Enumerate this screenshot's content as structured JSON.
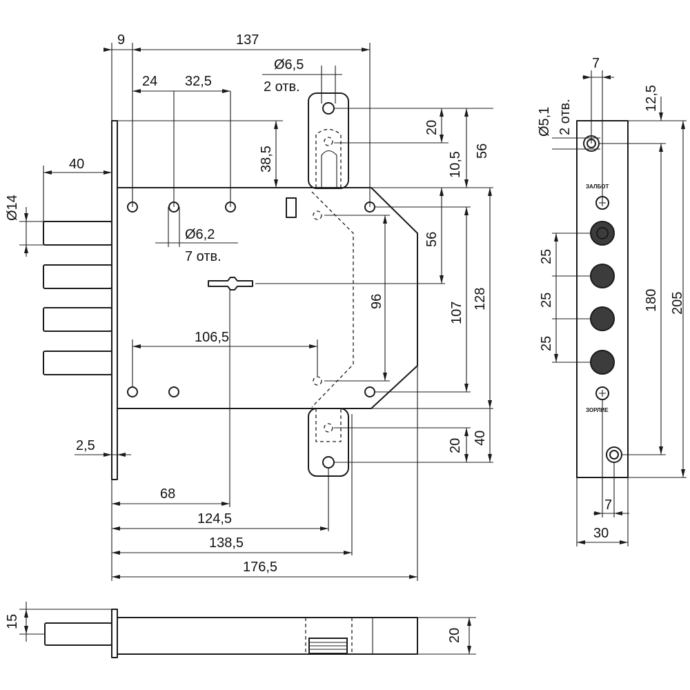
{
  "front_view": {
    "dims": {
      "d9": "9",
      "d137": "137",
      "d24": "24",
      "d32_5": "32,5",
      "hole_top": "Ø6,5",
      "hole_top_count": "2 отв.",
      "d38_5": "38,5",
      "d40": "40",
      "d14": "Ø14",
      "d20_top": "20",
      "d10_5": "10,5",
      "d56_right": "56",
      "hole_mid": "Ø6,2",
      "hole_mid_count": "7 отв.",
      "d56_inner": "56",
      "d96": "96",
      "d107": "107",
      "d128": "128",
      "d106_5": "106,5",
      "d2_5": "2,5",
      "d20_bottom": "20",
      "d40_bottom": "40",
      "d68": "68",
      "d124_5": "124,5",
      "d138_5": "138,5",
      "d176_5": "176,5"
    }
  },
  "faceplate": {
    "dims": {
      "d7_top": "7",
      "hole": "Ø5,1",
      "hole_count": "2 отв.",
      "d12_5": "12,5",
      "d25_a": "25",
      "d25_b": "25",
      "d25_c": "25",
      "d180": "180",
      "d205": "205",
      "d7_bottom": "7",
      "d30": "30"
    },
    "brand_top": "ЗАЛБОТ",
    "brand_bottom": "ЗОРЛИЕ"
  },
  "side_view": {
    "dims": {
      "d15": "15",
      "d20": "20"
    }
  }
}
